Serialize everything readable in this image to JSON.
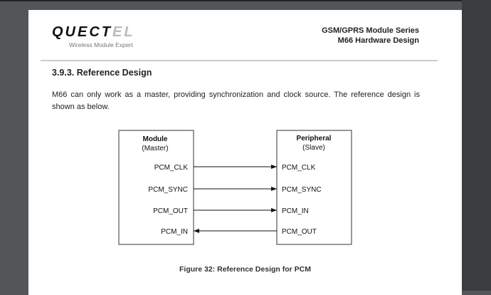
{
  "header": {
    "logo_text": "QUECTEL",
    "logo_tagline": "Wireless Module Expert",
    "series": "GSM/GPRS Module Series",
    "doc_title": "M66 Hardware Design"
  },
  "section": {
    "title": "3.9.3.  Reference Design",
    "paragraph": "M66 can only work as a master, providing synchronization and clock source. The reference design is shown as below."
  },
  "diagram": {
    "left_box": {
      "title": "Module",
      "subtitle": "(Master)"
    },
    "right_box": {
      "title": "Peripheral",
      "subtitle": "(Slave)"
    },
    "signals": [
      {
        "left": "PCM_CLK",
        "right": "PCM_CLK",
        "direction": "to-right"
      },
      {
        "left": "PCM_SYNC",
        "right": "PCM_SYNC",
        "direction": "to-right"
      },
      {
        "left": "PCM_OUT",
        "right": "PCM_IN",
        "direction": "to-right"
      },
      {
        "left": "PCM_IN",
        "right": "PCM_OUT",
        "direction": "to-left"
      }
    ]
  },
  "caption": "Figure 32: Reference Design for PCM"
}
